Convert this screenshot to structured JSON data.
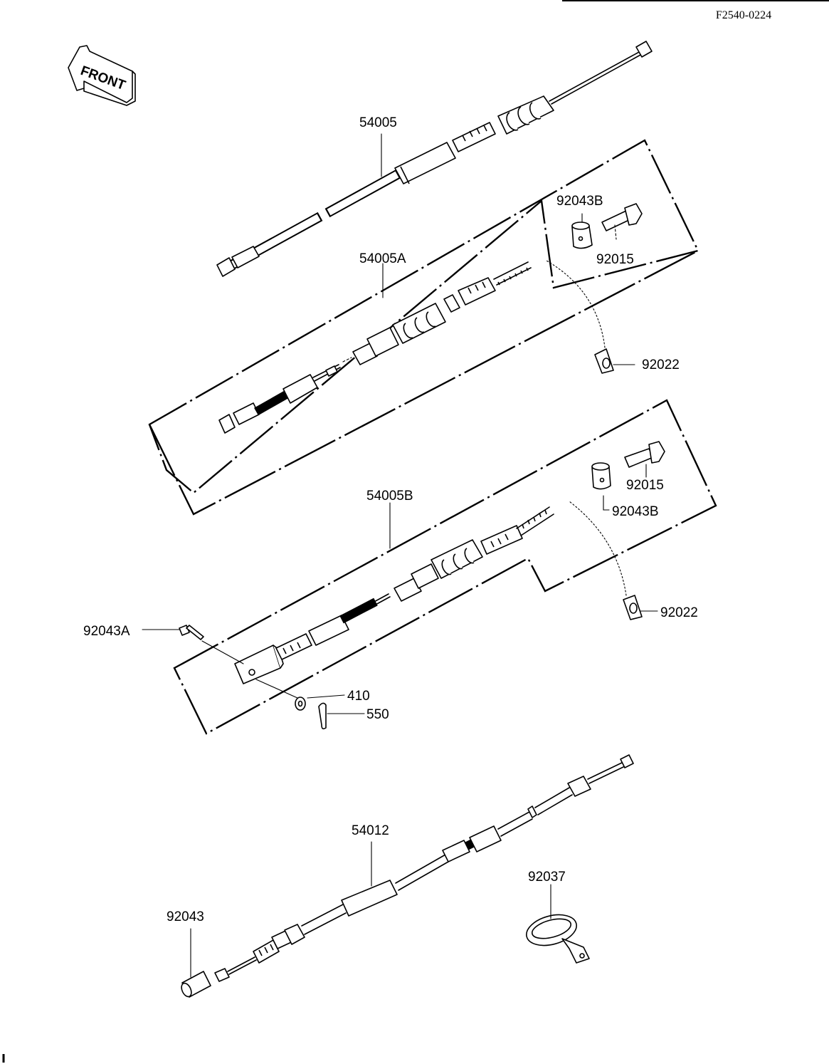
{
  "diagram_code": "F2540-0224",
  "front_label": "FRONT",
  "labels": {
    "p54005": "54005",
    "p54005A": "54005A",
    "p54005B": "54005B",
    "p54012": "54012",
    "p92043B_upper": "92043B",
    "p92015_upper": "92015",
    "p92022_upper": "92022",
    "p92015_lower": "92015",
    "p92043B_lower": "92043B",
    "p92022_lower": "92022",
    "p92043A": "92043A",
    "p410": "410",
    "p550": "550",
    "p92043": "92043",
    "p92037": "92037"
  }
}
